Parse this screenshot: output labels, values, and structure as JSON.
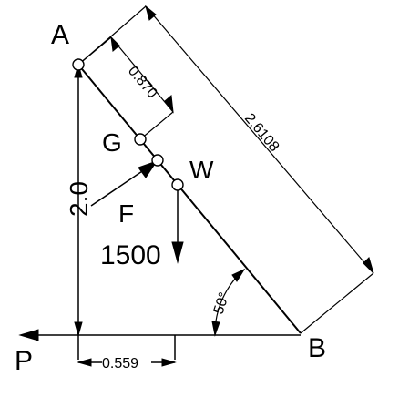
{
  "diagram": {
    "labels": {
      "point_a": "A",
      "point_b": "B",
      "point_g": "G",
      "point_w": "W",
      "force_f": "F",
      "force_p": "P",
      "weight": "1500"
    },
    "dimensions": {
      "ag": "0.870",
      "ab": "2.6108",
      "height": "2.0",
      "offset": "0.559",
      "angle": "50°"
    },
    "colors": {
      "ink": "#000000",
      "paper": "#ffffff"
    }
  }
}
